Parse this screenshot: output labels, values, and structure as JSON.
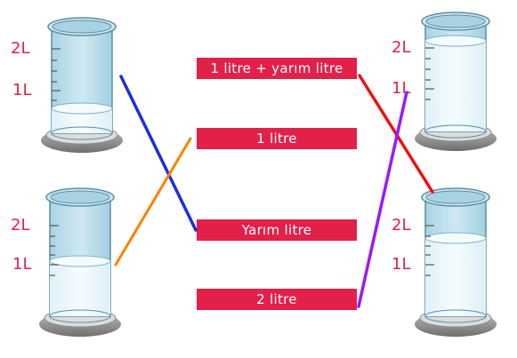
{
  "labels": {
    "one_and_half": "1 litre + yarım litre",
    "one": "1 litre",
    "half": "Yarım litre",
    "two": "2 litre"
  },
  "scale": {
    "two": "2L",
    "one": "1L"
  },
  "colors": {
    "label_bg": "#e2204a",
    "line_blue": "#1e2fd6",
    "line_orange": "#ff8000",
    "line_red": "#ee1111",
    "line_purple": "#9b19f5",
    "water": "#e8f6fb",
    "glass": "#bfe0ec"
  },
  "beakers": [
    {
      "name": "top-left",
      "fill_level": "half"
    },
    {
      "name": "bottom-left",
      "fill_level": "one"
    },
    {
      "name": "top-right",
      "fill_level": "two"
    },
    {
      "name": "bottom-right",
      "fill_level": "one_and_half"
    }
  ]
}
